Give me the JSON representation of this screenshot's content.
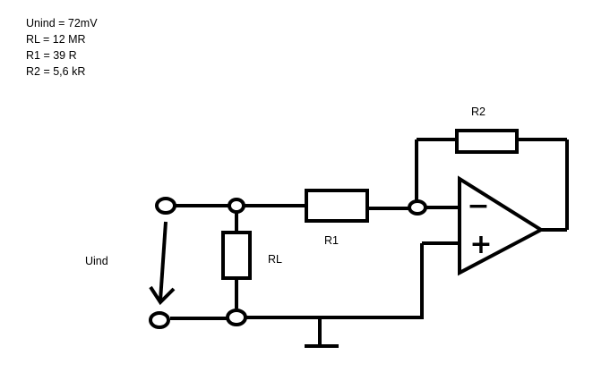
{
  "parameters": [
    "Unind = 72mV",
    "RL = 12 MR",
    "R1 = 39 R",
    "R2 = 5,6 kR"
  ],
  "labels": {
    "r2": "R2",
    "r1": "R1",
    "rl": "RL",
    "uind": "Uind"
  },
  "opamp": {
    "minus_symbol": "−",
    "plus_symbol": "+"
  },
  "colors": {
    "ink": "#000000",
    "background": "#ffffff"
  }
}
